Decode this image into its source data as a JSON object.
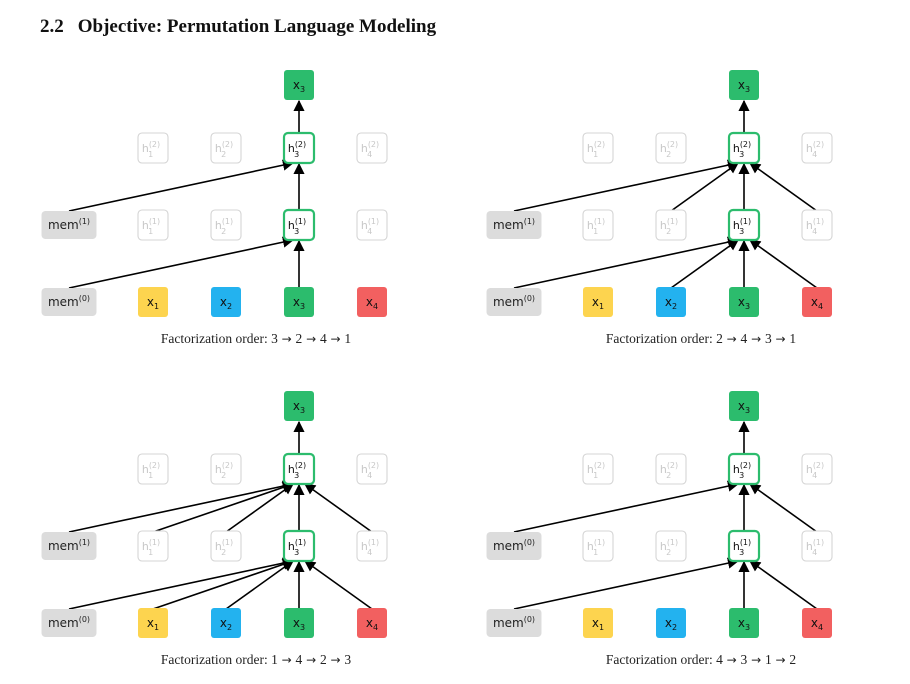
{
  "section": {
    "number": "2.2",
    "title": "Objective: Permutation Language Modeling"
  },
  "colors": {
    "x1": "#fdd44f",
    "x2": "#23b2ef",
    "x3": "#2cbc6d",
    "x4": "#f26060",
    "mem": "#dcdcdc",
    "hidden_active_border": "#2cbc6d",
    "hidden_inactive_border": "#d4d4d4",
    "arrow": "#000000"
  },
  "symbols": {
    "mem0": "mem",
    "mem1": "mem",
    "mem0_sup": "(0)",
    "mem1_sup": "(1)",
    "x": "x",
    "h": "h",
    "sup1": "(1)",
    "sup2": "(2)"
  },
  "diagrams": [
    {
      "caption_prefix": "Factorization order: ",
      "order": [
        "3",
        "2",
        "4",
        "1"
      ],
      "layer2_left_mem": "mem1",
      "layer1_sources": [
        "mem"
      ],
      "layer2_sources": [
        "mem"
      ]
    },
    {
      "caption_prefix": "Factorization order: ",
      "order": [
        "2",
        "4",
        "3",
        "1"
      ],
      "layer2_left_mem": "mem1",
      "layer1_sources": [
        "mem",
        "2",
        "4"
      ],
      "layer2_sources": [
        "mem",
        "2",
        "4"
      ]
    },
    {
      "caption_prefix": "Factorization order: ",
      "order": [
        "1",
        "4",
        "2",
        "3"
      ],
      "layer2_left_mem": "mem1",
      "layer1_sources": [
        "mem",
        "1",
        "2",
        "4"
      ],
      "layer2_sources": [
        "mem",
        "1",
        "2",
        "4"
      ]
    },
    {
      "caption_prefix": "Factorization order: ",
      "order": [
        "4",
        "3",
        "1",
        "2"
      ],
      "layer2_left_mem": "mem0",
      "layer1_sources": [
        "mem",
        "4"
      ],
      "layer2_sources": [
        "mem",
        "4"
      ]
    }
  ]
}
